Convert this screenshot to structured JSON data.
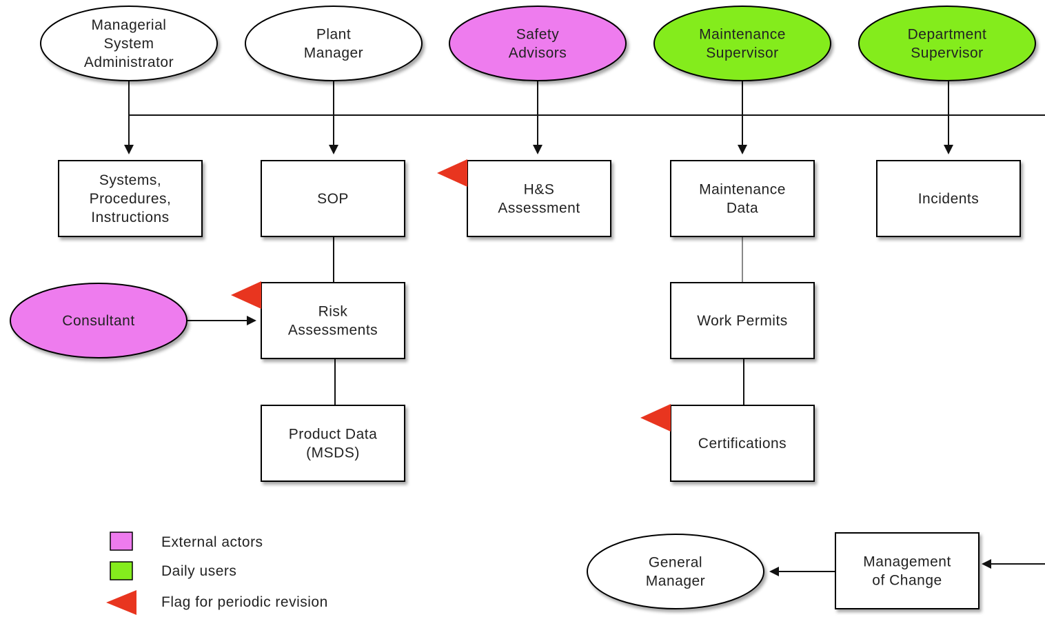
{
  "colors": {
    "external": "#ee7bee",
    "daily": "#84ec1d",
    "internal": "#ffffff",
    "flag": "#e8351f",
    "line": "#111111"
  },
  "actors": {
    "managerial_system_administrator": {
      "lines": [
        "Managerial",
        "System",
        "Administrator"
      ],
      "kind": "internal"
    },
    "plant_manager": {
      "lines": [
        "Plant",
        "Manager"
      ],
      "kind": "internal"
    },
    "safety_advisors": {
      "lines": [
        "Safety",
        "Advisors"
      ],
      "kind": "external"
    },
    "maintenance_supervisor": {
      "lines": [
        "Maintenance",
        "Supervisor"
      ],
      "kind": "daily"
    },
    "department_supervisor": {
      "lines": [
        "Department",
        "Supervisor"
      ],
      "kind": "daily"
    },
    "consultant": {
      "lines": [
        "Consultant"
      ],
      "kind": "external"
    },
    "general_manager": {
      "lines": [
        "General",
        "Manager"
      ],
      "kind": "internal"
    }
  },
  "boxes": {
    "systems_procedures": {
      "lines": [
        "Systems,",
        "Procedures,",
        "Instructions"
      ],
      "flag": false
    },
    "sop": {
      "lines": [
        "SOP"
      ],
      "flag": false
    },
    "hs_assessment": {
      "lines": [
        "H&S",
        "Assessment"
      ],
      "flag": true
    },
    "maintenance_data": {
      "lines": [
        "Maintenance",
        "Data"
      ],
      "flag": false
    },
    "incidents": {
      "lines": [
        "Incidents"
      ],
      "flag": false
    },
    "risk_assessments": {
      "lines": [
        "Risk",
        "Assessments"
      ],
      "flag": true
    },
    "work_permits": {
      "lines": [
        "Work Permits"
      ],
      "flag": false
    },
    "product_data": {
      "lines": [
        "Product Data",
        "(MSDS)"
      ],
      "flag": false
    },
    "certifications": {
      "lines": [
        "Certifications"
      ],
      "flag": true
    },
    "management_of_change": {
      "lines": [
        "Management",
        "of Change"
      ],
      "flag": false
    }
  },
  "legend": {
    "external": "External actors",
    "daily": "Daily users",
    "flag": "Flag for periodic revision"
  }
}
